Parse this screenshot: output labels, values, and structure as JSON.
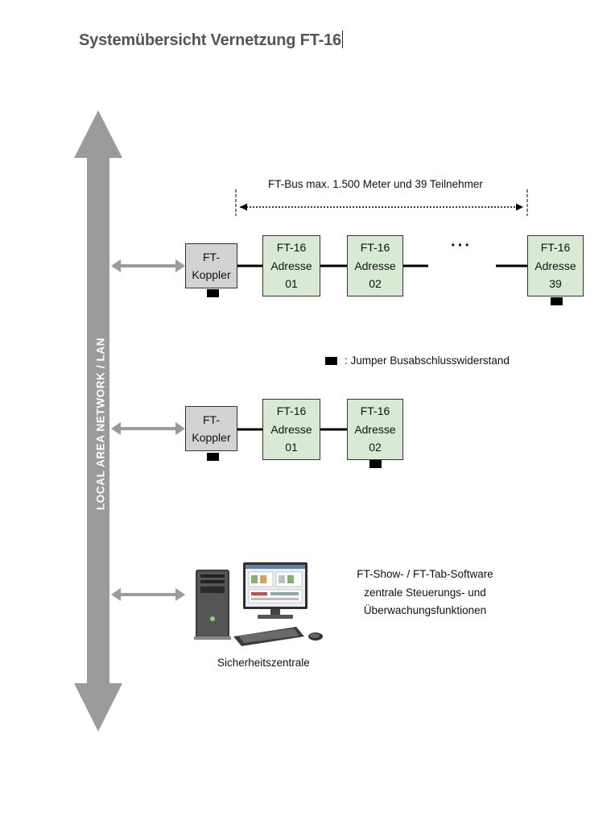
{
  "title": "Systemübersicht Vernetzung FT-16",
  "lan_label": "LOCAL AREA NETWORK / LAN",
  "bus_info": "FT-Bus max. 1.500 Meter und 39 Teilnehmer",
  "ellipsis": "···",
  "legend": ": Jumper Busabschlusswiderstand",
  "row1": {
    "koppler": {
      "line1": "FT-",
      "line2": "Koppler"
    },
    "nodes": [
      {
        "line1": "FT-16",
        "line2": "Adresse",
        "line3": "01"
      },
      {
        "line1": "FT-16",
        "line2": "Adresse",
        "line3": "02"
      },
      {
        "line1": "FT-16",
        "line2": "Adresse",
        "line3": "39"
      }
    ]
  },
  "row2": {
    "koppler": {
      "line1": "FT-",
      "line2": "Koppler"
    },
    "nodes": [
      {
        "line1": "FT-16",
        "line2": "Adresse",
        "line3": "01"
      },
      {
        "line1": "FT-16",
        "line2": "Adresse",
        "line3": "02"
      }
    ]
  },
  "software": {
    "line1": "FT-Show- / FT-Tab-Software",
    "line2": "zentrale Steuerungs- und",
    "line3": "Überwachungsfunktionen"
  },
  "computer_label": "Sicherheitszentrale",
  "colors": {
    "lan_arrow": "#9b9b9b",
    "connector_arrow": "#9b9b9b",
    "koppler_fill": "#d3d3d3",
    "ft16_fill": "#d8ead4",
    "bus_line": "#000000"
  }
}
